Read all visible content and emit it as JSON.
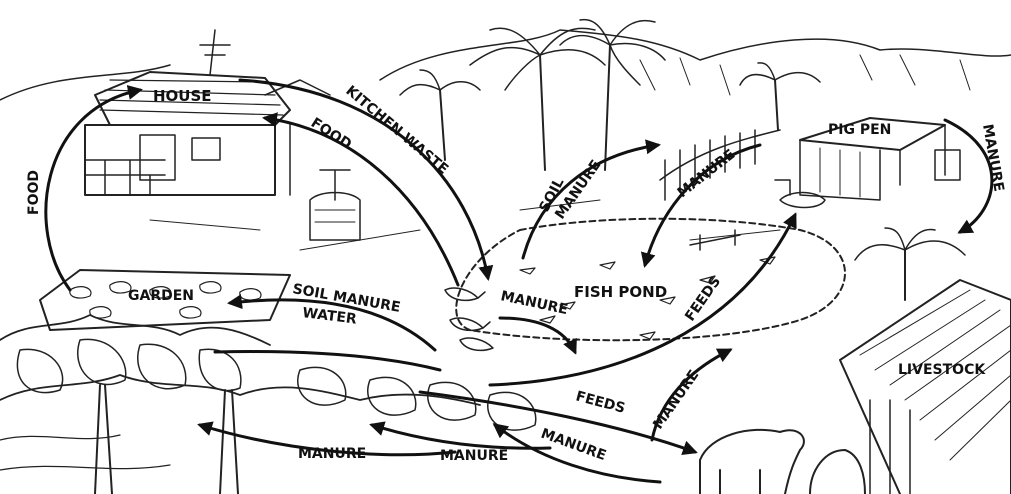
{
  "labels": {
    "house": "HOUSE",
    "kitchen_waste": "KITCHEN WASTE",
    "food_house": "FOOD",
    "food_left": "FOOD",
    "garden": "GARDEN",
    "soil_manure_garden": "SOIL MANURE",
    "water": "WATER",
    "soil": "SOIL",
    "manure_soil": "MANURE",
    "manure_pig_to_pond": "MANURE",
    "pig_pen": "PIG PEN",
    "manure_pig_to_livestock": "MANURE",
    "fish_pond": "FISH POND",
    "manure_pond": "MANURE",
    "feeds_pig": "FEEDS",
    "manure_livestock_up": "MANURE",
    "feeds_livestock": "FEEDS",
    "livestock": "LIVESTOCK",
    "manure_bottom_1": "MANURE",
    "manure_bottom_2": "MANURE",
    "manure_bottom_3": "MANURE"
  }
}
